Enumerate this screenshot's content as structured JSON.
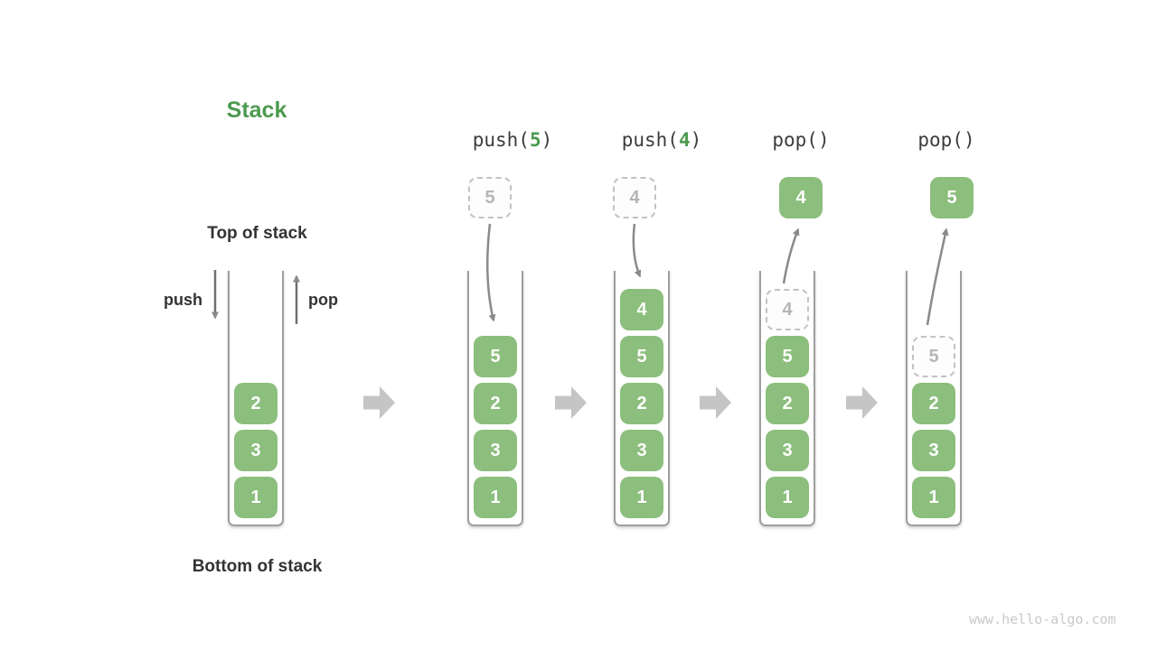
{
  "title": "Stack",
  "labels": {
    "top_of_stack": "Top of stack",
    "bottom_of_stack": "Bottom of stack",
    "push": "push",
    "pop": "pop"
  },
  "watermark": "www.hello-algo.com",
  "colors": {
    "box_green": "#8CBE7D",
    "accent_green": "#4C9A50",
    "dark_text": "#3C3C3C",
    "arrow_gray": "#8A8A8A",
    "block_arrow_gray": "#C5C5C5",
    "ghost_border": "#C2C2C2",
    "ghost_text": "#B5B5B5"
  },
  "columns": [
    {
      "name": "initial-stack",
      "stack": [
        "2",
        "3",
        "1"
      ]
    },
    {
      "name": "after-push-5",
      "op": {
        "prefix": "push(",
        "arg": "5",
        "suffix": ")"
      },
      "floating": "5",
      "stack": [
        "5",
        "2",
        "3",
        "1"
      ]
    },
    {
      "name": "after-push-4",
      "op": {
        "prefix": "push(",
        "arg": "4",
        "suffix": ")"
      },
      "floating": "4",
      "stack": [
        "4",
        "5",
        "2",
        "3",
        "1"
      ]
    },
    {
      "name": "after-pop-4",
      "op": {
        "prefix": "pop(",
        "arg": "",
        "suffix": ")"
      },
      "floating": "4",
      "ghost": "4",
      "stack": [
        "5",
        "2",
        "3",
        "1"
      ]
    },
    {
      "name": "after-pop-5",
      "op": {
        "prefix": "pop(",
        "arg": "",
        "suffix": ")"
      },
      "floating": "5",
      "ghost": "5",
      "stack": [
        "2",
        "3",
        "1"
      ]
    }
  ]
}
